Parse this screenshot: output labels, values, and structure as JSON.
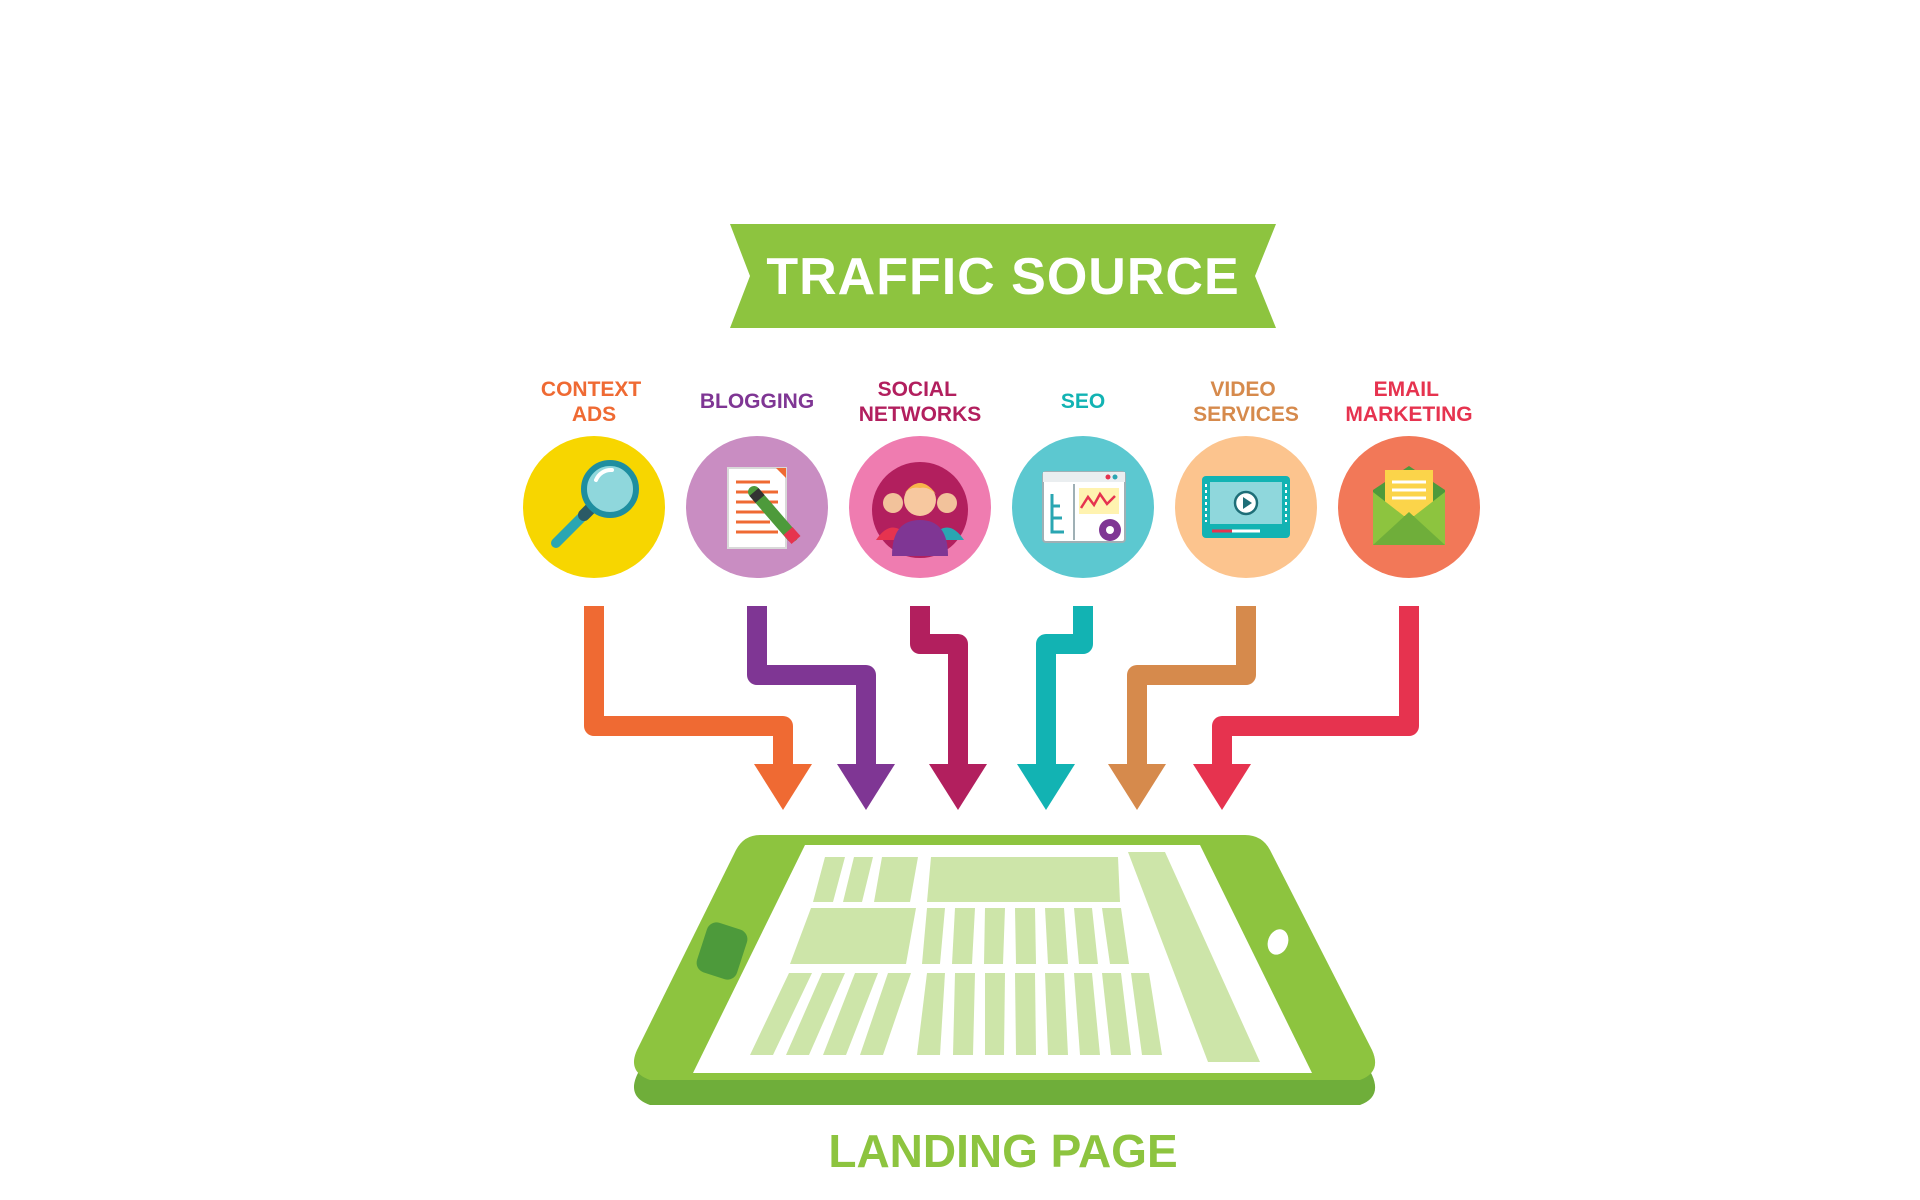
{
  "banner": {
    "title": "TRAFFIC SOURCE",
    "color": "#8dc43f"
  },
  "sources": [
    {
      "lines": [
        "CONTEXT",
        "ADS"
      ],
      "color": "#ef6a33",
      "circle": "#f7d600",
      "icon": "magnifier-icon"
    },
    {
      "lines": [
        "BLOGGING"
      ],
      "color": "#7f3694",
      "circle": "#c98dc2",
      "icon": "document-pencil-icon"
    },
    {
      "lines": [
        "SOCIAL",
        "NETWORKS"
      ],
      "color": "#b21f5e",
      "circle": "#ef7cb0",
      "icon": "people-icon"
    },
    {
      "lines": [
        "SEO"
      ],
      "color": "#12b3b3",
      "circle": "#5cc8d0",
      "icon": "analytics-browser-icon"
    },
    {
      "lines": [
        "VIDEO",
        "SERVICES"
      ],
      "color": "#d68a4c",
      "circle": "#fcc48e",
      "icon": "video-player-icon"
    },
    {
      "lines": [
        "EMAIL",
        "MARKETING"
      ],
      "color": "#e6334f",
      "circle": "#f27858",
      "icon": "envelope-icon"
    }
  ],
  "landing": {
    "label": "LANDING PAGE",
    "color": "#8dc43f"
  }
}
